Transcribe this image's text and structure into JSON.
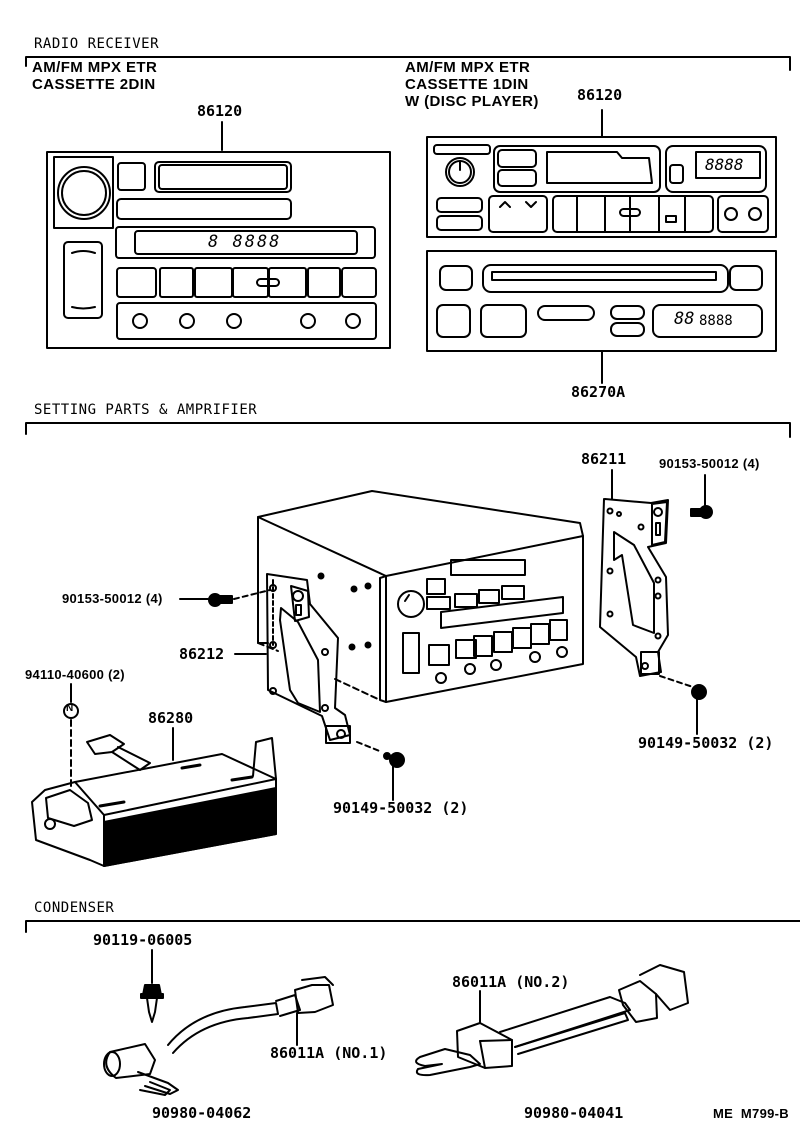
{
  "sections": {
    "radio_receiver": "RADIO RECEIVER",
    "setting_parts": "SETTING PARTS & AMPRIFIER",
    "condenser": "CONDENSER"
  },
  "receivers": {
    "left": {
      "model_lines": "AM/FM MPX ETR\nCASSETTE 2DIN",
      "part_number": "86120",
      "display_text": "8 8888"
    },
    "right": {
      "model_lines": "AM/FM MPX ETR\nCASSETTE 1DIN\nW (DISC PLAYER)",
      "part_number": "86120",
      "display_text": "8888"
    },
    "disc_player": {
      "part_number": "86270A",
      "display_text_large": "88",
      "display_text_small": "8888"
    }
  },
  "setting_parts": {
    "bracket_right": "86211",
    "bolt_right": "90153-50012 (4)",
    "bolt_left": "90153-50012 (4)",
    "bracket_left": "86212",
    "nut": "94110-40600 (2)",
    "nut_symbol": "N",
    "amplifier": "86280",
    "screw_bottom_left": "90149-50032 (2)",
    "screw_bottom_right": "90149-50032 (2)"
  },
  "condenser": {
    "bolt": "90119-06005",
    "condenser_1": "86011A (NO.1)",
    "condenser_1_assy": "90980-04062",
    "condenser_2": "86011A (NO.2)",
    "condenser_2_assy": "90980-04041"
  },
  "figure_code": "ME  M799-B"
}
